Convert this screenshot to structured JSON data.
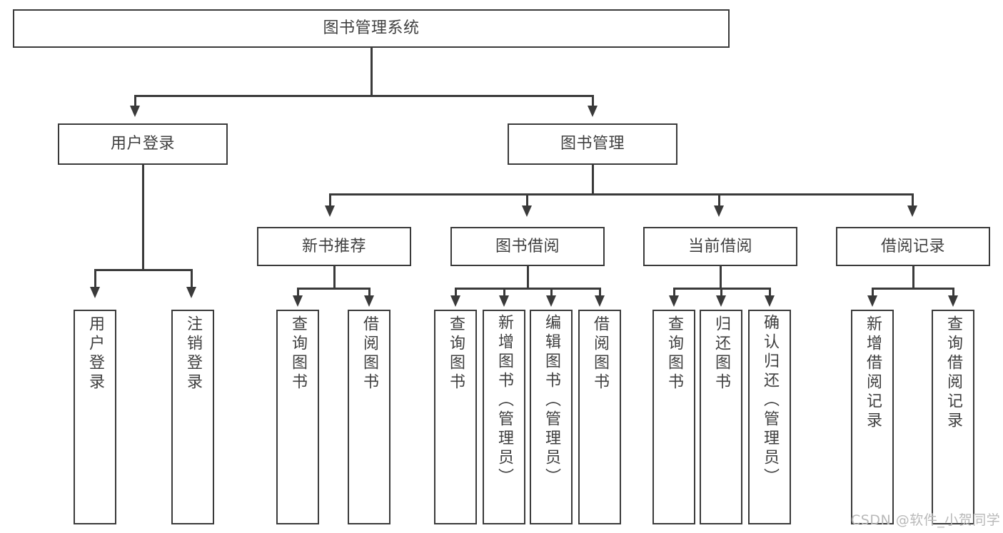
{
  "diagram": {
    "type": "tree-hierarchy",
    "title": "图书管理系统",
    "root": {
      "label": "图书管理系统"
    },
    "level2": [
      {
        "id": "user-login",
        "label": "用户登录"
      },
      {
        "id": "book-management",
        "label": "图书管理"
      }
    ],
    "level3": [
      {
        "id": "new-book-recommend",
        "label": "新书推荐",
        "parent": "book-management"
      },
      {
        "id": "book-borrow",
        "label": "图书借阅",
        "parent": "book-management"
      },
      {
        "id": "current-borrow",
        "label": "当前借阅",
        "parent": "book-management"
      },
      {
        "id": "borrow-record",
        "label": "借阅记录",
        "parent": "book-management"
      }
    ],
    "leaves": {
      "user_login": [
        {
          "id": "leaf-user-login",
          "label": "用户登录"
        },
        {
          "id": "leaf-logout-login",
          "label": "注销登录"
        }
      ],
      "new_book_recommend": [
        {
          "id": "leaf-query-book-1",
          "label": "查询图书"
        },
        {
          "id": "leaf-borrow-book-1",
          "label": "借阅图书"
        }
      ],
      "book_borrow": [
        {
          "id": "leaf-query-book-2",
          "label": "查询图书"
        },
        {
          "id": "leaf-add-book",
          "label": "新增图书（管理员）"
        },
        {
          "id": "leaf-edit-book",
          "label": "编辑图书（管理员）"
        },
        {
          "id": "leaf-borrow-book-2",
          "label": "借阅图书"
        }
      ],
      "current_borrow": [
        {
          "id": "leaf-query-book-3",
          "label": "查询图书"
        },
        {
          "id": "leaf-return-book",
          "label": "归还图书"
        },
        {
          "id": "leaf-confirm-return",
          "label": "确认归还（管理员）"
        }
      ],
      "borrow_record": [
        {
          "id": "leaf-add-record",
          "label": "新增借阅记录"
        },
        {
          "id": "leaf-query-record",
          "label": "查询借阅记录"
        }
      ]
    }
  },
  "watermark": {
    "text": "CSDN @软件_小贺同学"
  },
  "colors": {
    "stroke": "#3a3a3a",
    "text": "#3f3f3f",
    "background": "#ffffff",
    "watermark": "#b9b9b9"
  }
}
